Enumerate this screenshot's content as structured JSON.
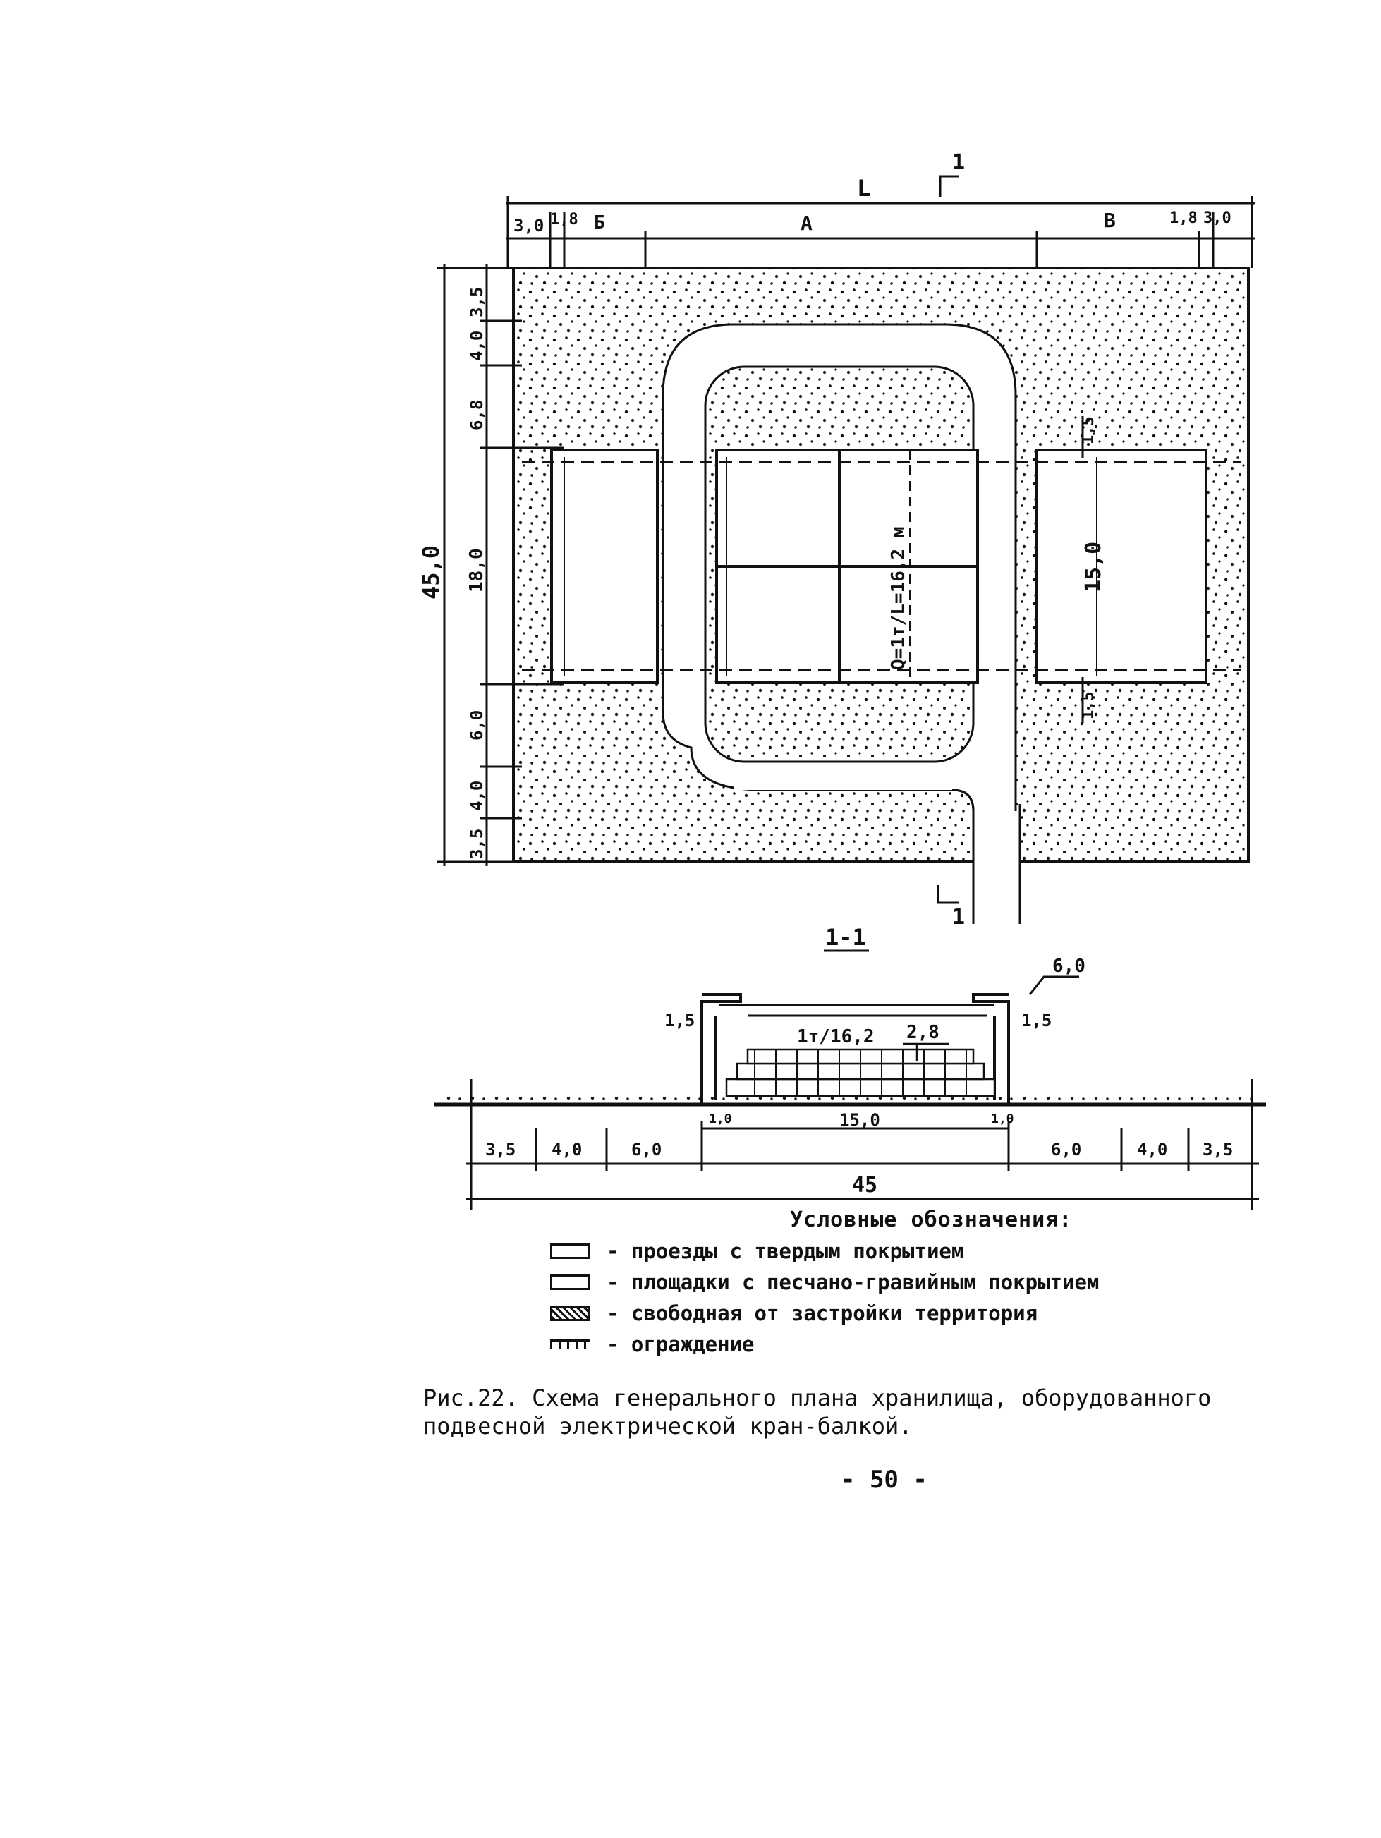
{
  "plan": {
    "section_mark": "1",
    "label_L": "L",
    "top_dims": [
      "3,0",
      "1,8",
      "Б",
      "А",
      "В",
      "1,8",
      "3,0"
    ],
    "left_dims": [
      "3,5",
      "4,0",
      "6,8",
      "18,0",
      "6,0",
      "4,0",
      "3,5"
    ],
    "overall_height": "45,0",
    "crane_capacity": "Q=1т/L=16,2 м",
    "bay_width": "15,0",
    "offset_top": "1,5",
    "offset_bottom": "1,5"
  },
  "section": {
    "title": "1-1",
    "height": "6,0",
    "left_offset": "1,5",
    "right_offset": "1,5",
    "crane_label": "1т/16,2",
    "stack_height": "2,8",
    "inner_left": "1,0",
    "inner_right": "1,0",
    "span": "15,0",
    "bottom_dims": [
      "3,5",
      "4,0",
      "6,0",
      "6,0",
      "4,0",
      "3,5"
    ],
    "overall": "45"
  },
  "legend": {
    "title": "Условные обозначения:",
    "items": [
      {
        "symbol": "road",
        "text": "- проезды с твердым покрытием"
      },
      {
        "symbol": "pad",
        "text": "- площадки с песчано-гравийным покрытием"
      },
      {
        "symbol": "hatch",
        "text": "- свободная от застройки территория"
      },
      {
        "symbol": "fence",
        "text": "- ограждение"
      }
    ]
  },
  "caption": {
    "line1": "Рис.22. Схема генерального плана хранилища, оборудованного",
    "line2": "подвесной электрической кран-балкой."
  },
  "page_number": "- 50 -"
}
